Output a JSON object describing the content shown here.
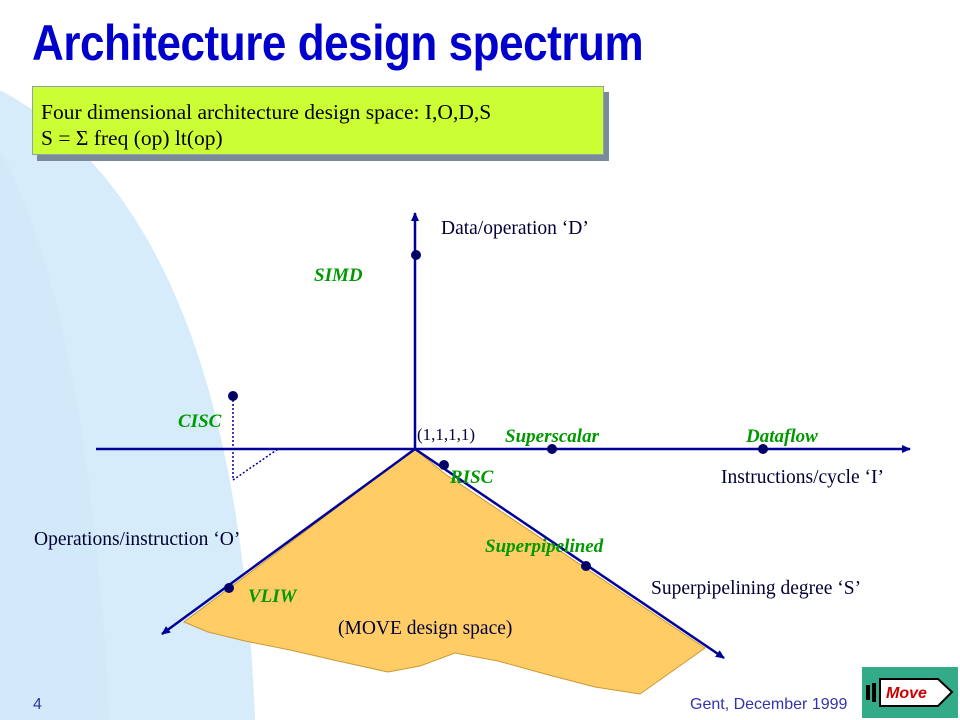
{
  "title": "Architecture design spectrum",
  "info_box": {
    "line1": "Four dimensional architecture design space: I,O,D,S",
    "line2": "S = Σ freq (op) lt(op)"
  },
  "axes": {
    "data": "Data/operation ‘D’",
    "instructions": "Instructions/cycle ‘I’",
    "operations": "Operations/instruction ‘O’",
    "superpipelining": "Superpipelining degree ‘S’"
  },
  "origin_label": "(1,1,1,1)",
  "design_space_label": "(MOVE design space)",
  "architectures": {
    "simd": "SIMD",
    "cisc": "CISC",
    "risc": "RISC",
    "superscalar": "Superscalar",
    "dataflow": "Dataflow",
    "superpipelined": "Superpipelined",
    "vliw": "VLIW"
  },
  "footer": {
    "page_number": "4",
    "place_date": "Gent, December 1999"
  },
  "logo_text": "Move",
  "colors": {
    "title": "#0000cc",
    "axis": "#000099",
    "info_box": "#ccff33",
    "design_space_fill": "#ffcc66",
    "arch_label": "#009900",
    "background_swoosh": "#d6ecfa"
  }
}
